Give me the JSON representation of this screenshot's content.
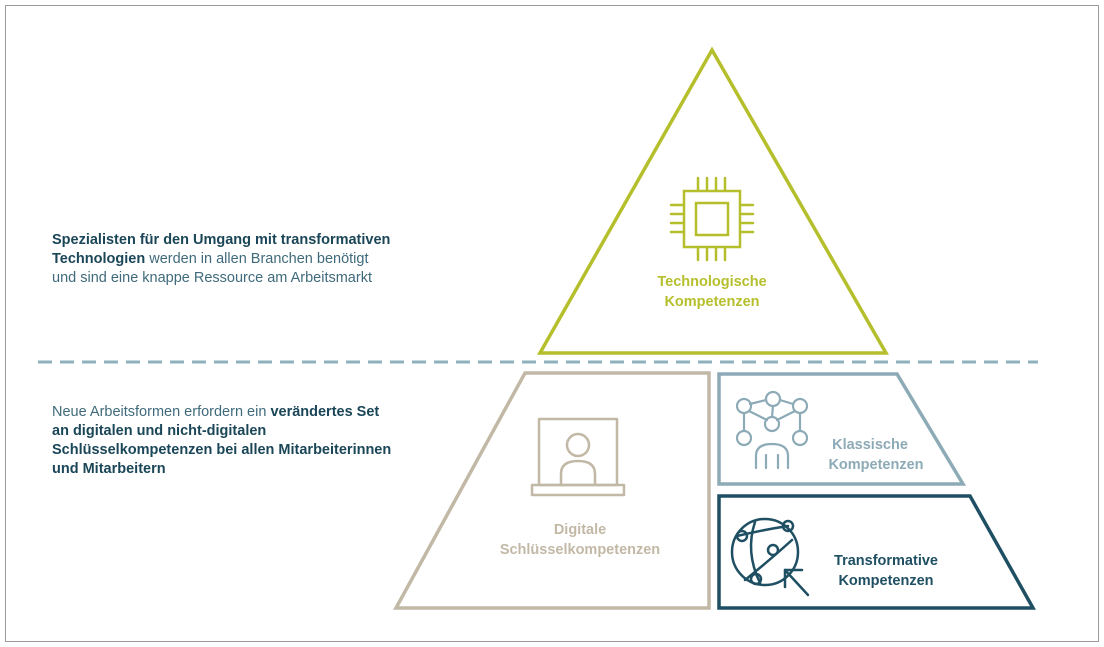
{
  "left_texts": {
    "specialists": {
      "bold": "Spezialisten für den Umgang mit transformativen Technologien",
      "normal": "werden in allen Branchen benötigt und sind eine knappe Ressource am Arbeitsmarkt"
    },
    "work_forms": {
      "normal": "Neue Arbeitsformen erfordern ein",
      "bold": "verändertes Set an digitalen und nicht-digitalen Schlüsselkompetenzen bei allen Mitarbeiterinnen und Mitarbeitern"
    }
  },
  "pyramid": {
    "top": {
      "label_line1": "Technologische",
      "label_line2": "Kompetenzen",
      "icon": "chip-icon",
      "color": "#b5bf2c"
    },
    "bottom_left": {
      "label_line1": "Digitale",
      "label_line2": "Schlüsselkompetenzen",
      "icon": "laptop-user-icon",
      "color": "#c2b8a6"
    },
    "bottom_right_top": {
      "label_line1": "Klassische",
      "label_line2": "Kompetenzen",
      "icon": "network-person-icon",
      "color": "#8daab7"
    },
    "bottom_right_bottom": {
      "label_line1": "Transformative",
      "label_line2": "Kompetenzen",
      "icon": "globe-cursor-icon",
      "color": "#1f4f63"
    }
  },
  "divider_color": "#8fb1bd"
}
